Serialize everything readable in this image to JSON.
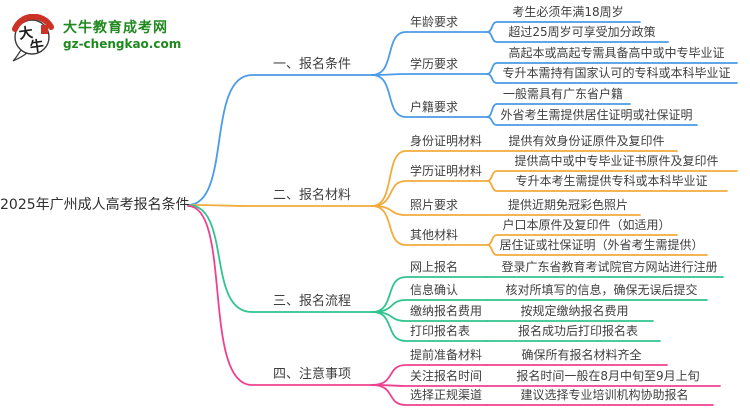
{
  "logo": {
    "title": "大牛教育成考网",
    "domain": "gz-chengkao.com",
    "badge_top": "大",
    "badge_bottom": "牛"
  },
  "root": {
    "label": "2025年广州成人高考报名条件"
  },
  "colors": {
    "branch1": "#4A9BE8",
    "branch2": "#F3AC3C",
    "branch3": "#31C48F",
    "branch4": "#F0418F",
    "logo_green": "#1E8A1E",
    "logo_red": "#CC3226",
    "node_text": "#3F3F3F"
  },
  "branches": [
    {
      "label": "一、报名条件",
      "color": "#4A9BE8",
      "children": [
        {
          "label": "年龄要求",
          "leaves": [
            "考生必须年满18周岁",
            "超过25周岁可享受加分政策"
          ]
        },
        {
          "label": "学历要求",
          "leaves": [
            "高起本或高起专需具备高中或中专毕业证",
            "专升本需持有国家认可的专科或本科毕业证"
          ]
        },
        {
          "label": "户籍要求",
          "leaves": [
            "一般需具有广东省户籍",
            "外省考生需提供居住证明或社保证明"
          ]
        }
      ]
    },
    {
      "label": "二、报名材料",
      "color": "#F3AC3C",
      "children": [
        {
          "label": "身份证明材料",
          "leaves": [
            "提供有效身份证原件及复印件"
          ]
        },
        {
          "label": "学历证明材料",
          "leaves": [
            "提供高中或中专毕业证书原件及复印件",
            "专升本考生需提供专科或本科毕业证"
          ]
        },
        {
          "label": "照片要求",
          "leaves": [
            "提供近期免冠彩色照片"
          ]
        },
        {
          "label": "其他材料",
          "leaves": [
            "户口本原件及复印件（如适用）",
            "居住证或社保证明（外省考生需提供）"
          ]
        }
      ]
    },
    {
      "label": "三、报名流程",
      "color": "#31C48F",
      "children": [
        {
          "label": "网上报名",
          "leaves": [
            "登录广东省教育考试院官方网站进行注册"
          ]
        },
        {
          "label": "信息确认",
          "leaves": [
            "核对所填写的信息，确保无误后提交"
          ]
        },
        {
          "label": "缴纳报名费用",
          "leaves": [
            "按规定缴纳报名费用"
          ]
        },
        {
          "label": "打印报名表",
          "leaves": [
            "报名成功后打印报名表"
          ]
        }
      ]
    },
    {
      "label": "四、注意事项",
      "color": "#F0418F",
      "children": [
        {
          "label": "提前准备材料",
          "leaves": [
            "确保所有报名材料齐全"
          ]
        },
        {
          "label": "关注报名时间",
          "leaves": [
            "报名时间一般在8月中旬至9月上旬"
          ]
        },
        {
          "label": "选择正规渠道",
          "leaves": [
            "建议选择专业培训机构协助报名"
          ]
        }
      ]
    }
  ]
}
